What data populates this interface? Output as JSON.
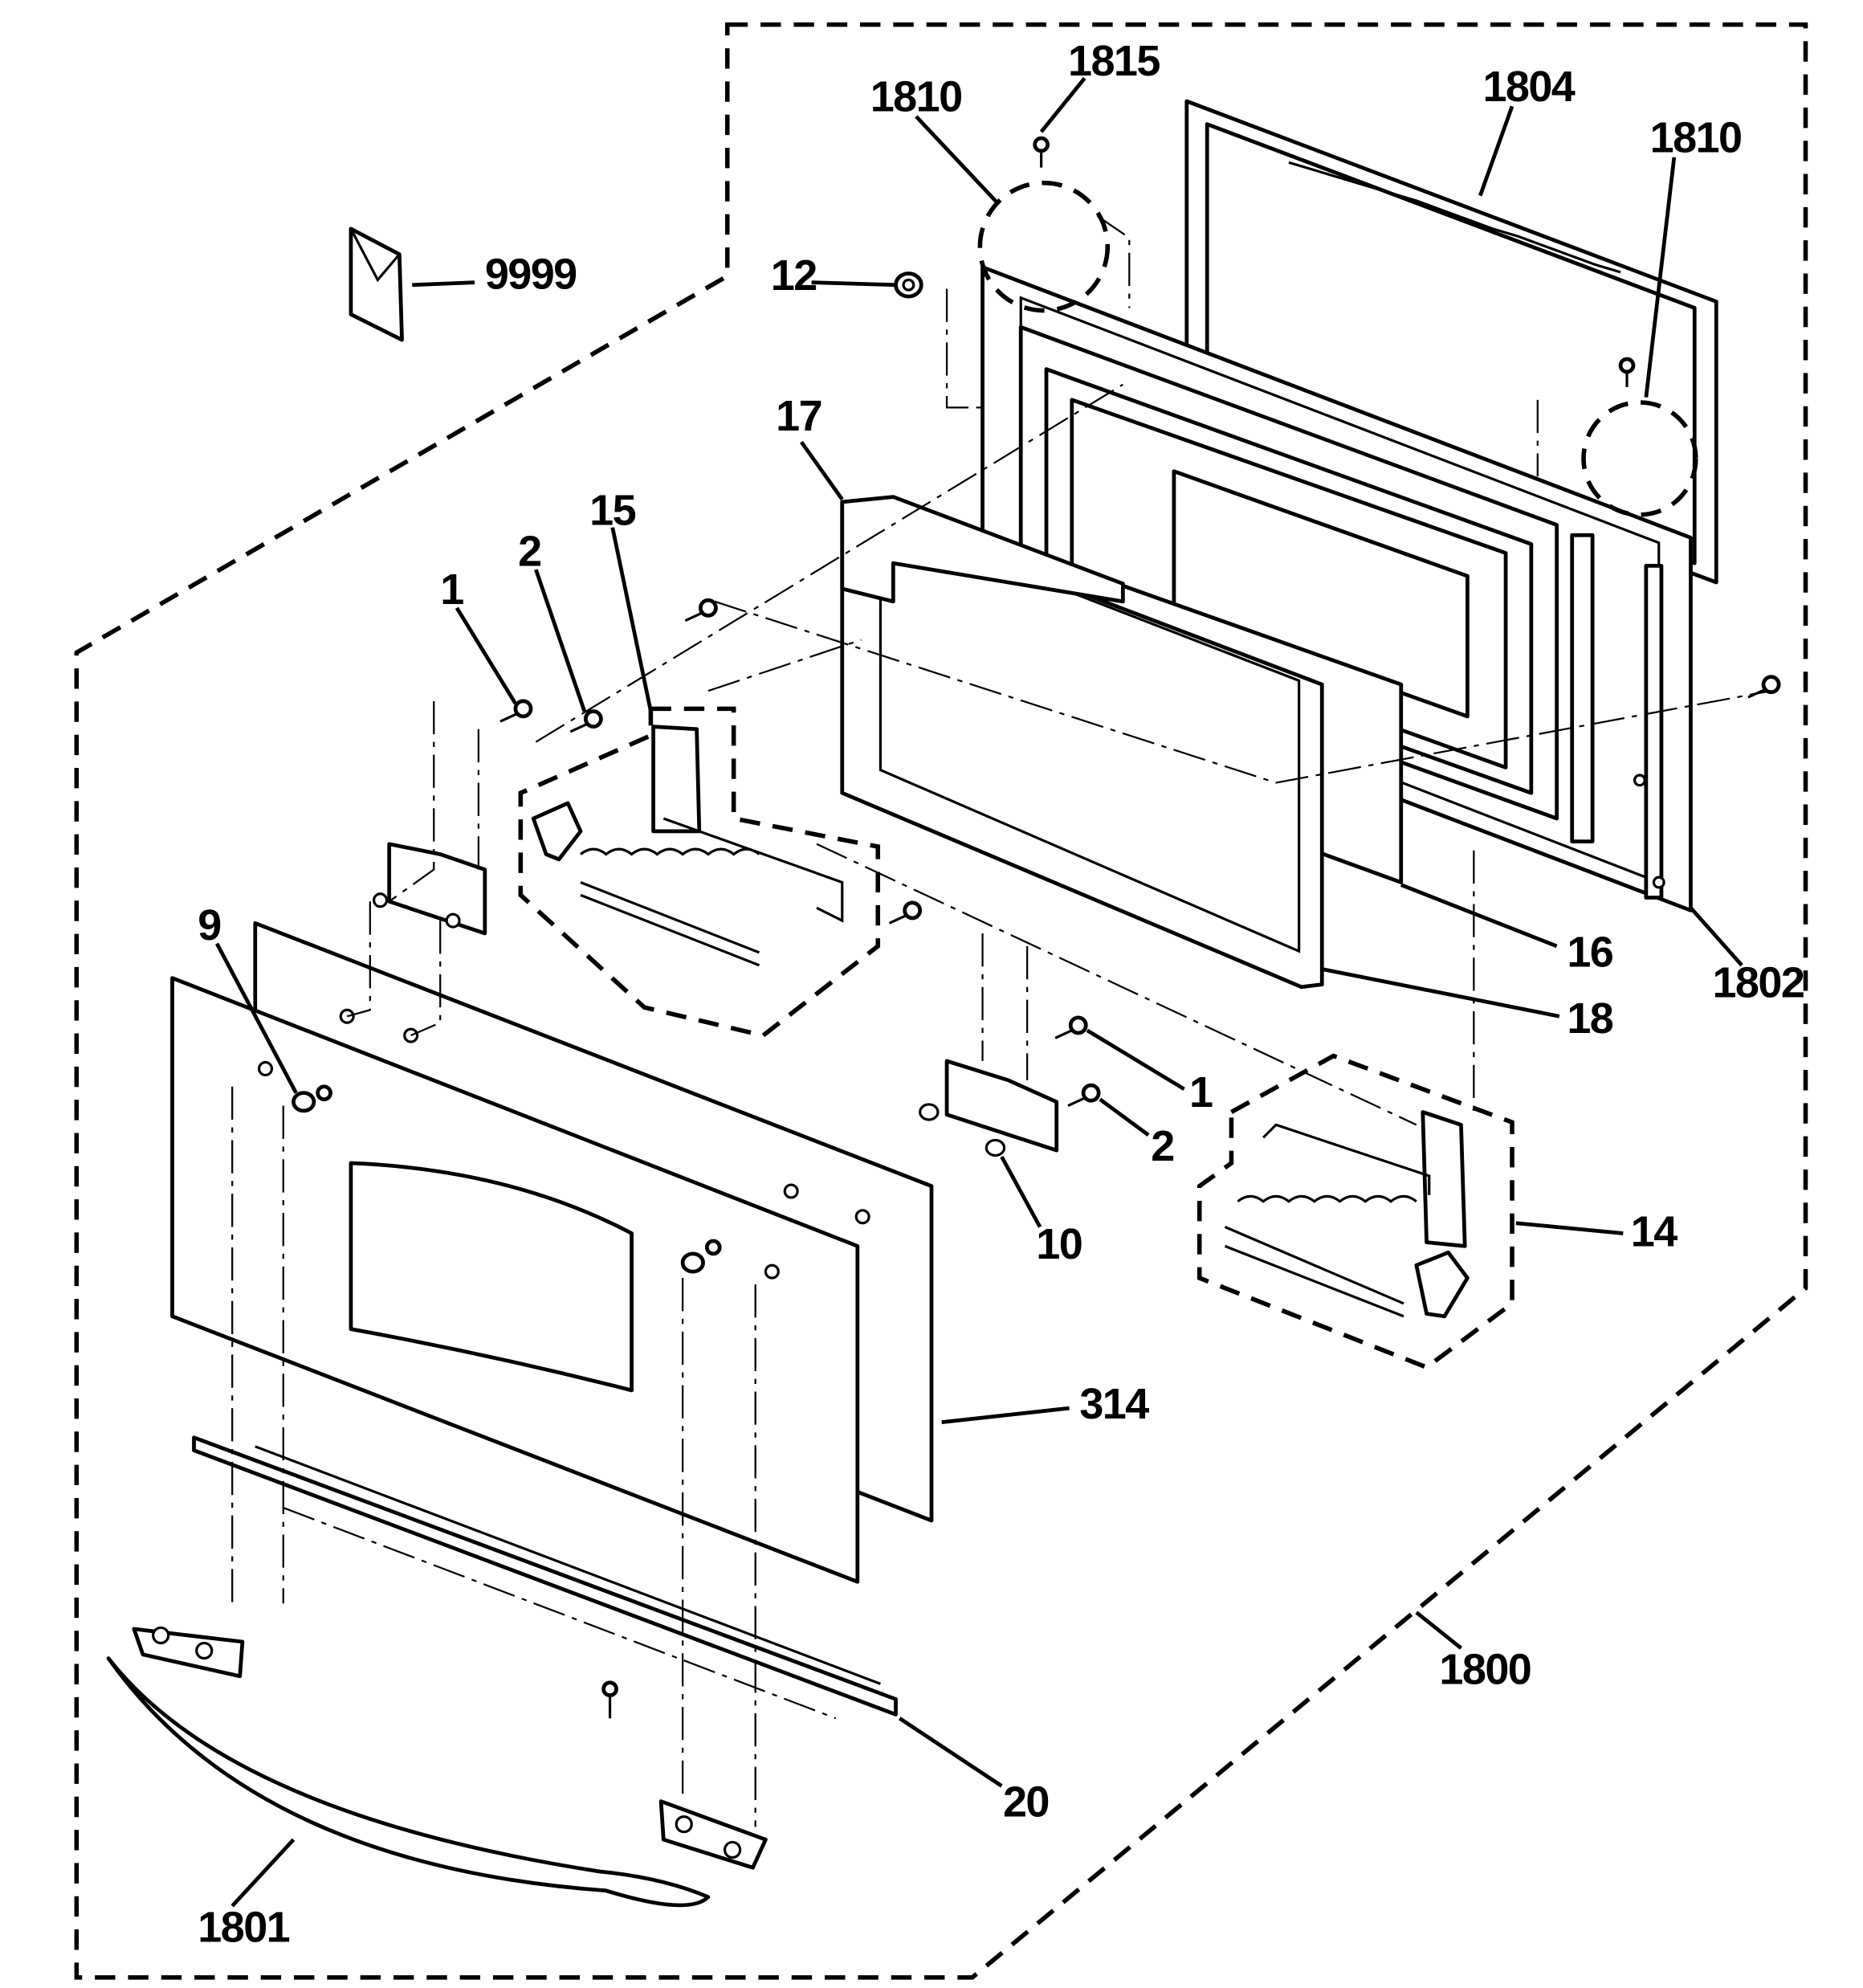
{
  "diagram": {
    "callouts": [
      {
        "id": "c1815",
        "text": "1815"
      },
      {
        "id": "c1810a",
        "text": "1810"
      },
      {
        "id": "c1804",
        "text": "1804"
      },
      {
        "id": "c1810b",
        "text": "1810"
      },
      {
        "id": "c9999",
        "text": "9999"
      },
      {
        "id": "c12",
        "text": "12"
      },
      {
        "id": "c17",
        "text": "17"
      },
      {
        "id": "c15",
        "text": "15"
      },
      {
        "id": "c2a",
        "text": "2"
      },
      {
        "id": "c1a",
        "text": "1"
      },
      {
        "id": "c9",
        "text": "9"
      },
      {
        "id": "c16",
        "text": "16"
      },
      {
        "id": "c1802",
        "text": "1802"
      },
      {
        "id": "c18",
        "text": "18"
      },
      {
        "id": "c1b",
        "text": "1"
      },
      {
        "id": "c2b",
        "text": "2"
      },
      {
        "id": "c10",
        "text": "10"
      },
      {
        "id": "c14",
        "text": "14"
      },
      {
        "id": "c314",
        "text": "314"
      },
      {
        "id": "c1800",
        "text": "1800"
      },
      {
        "id": "c20",
        "text": "20"
      },
      {
        "id": "c1801",
        "text": "1801"
      }
    ]
  }
}
